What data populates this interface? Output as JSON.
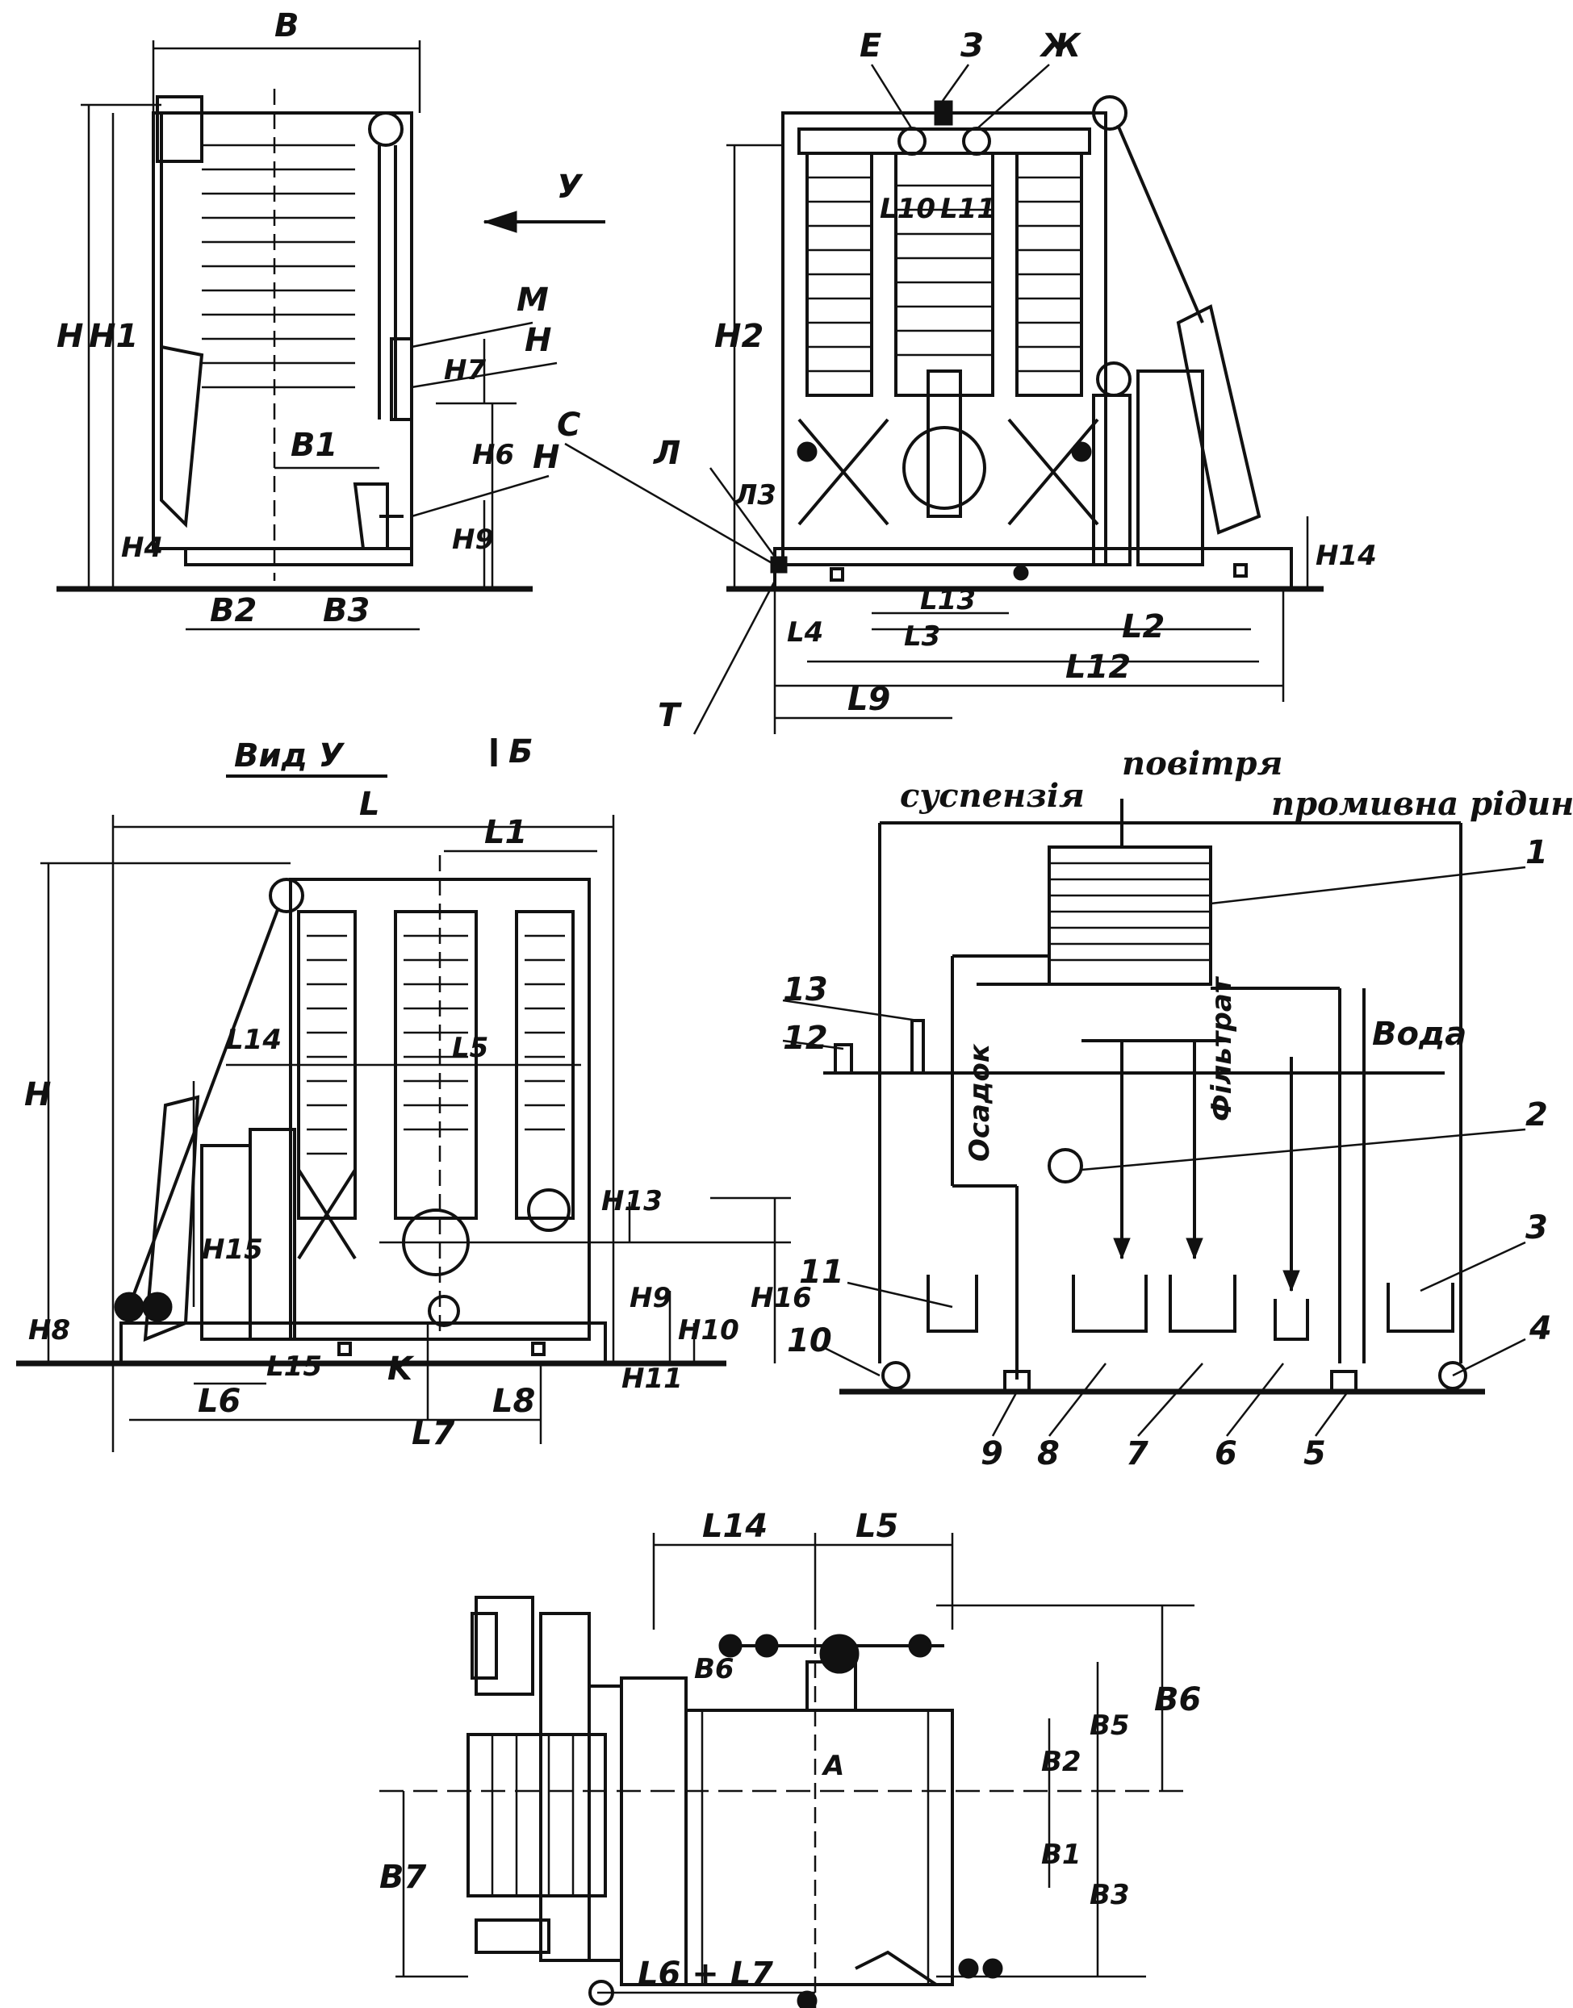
{
  "title": "",
  "top_left": {
    "labels": [
      "B",
      "H",
      "H1",
      "M",
      "H",
      "H7",
      "H6",
      "H",
      "H9",
      "H4",
      "B1",
      "B2",
      "B3"
    ],
    "arrow_label": "У"
  },
  "top_right": {
    "labels": [
      "E",
      "З",
      "Ж",
      "H2",
      "C",
      "Л",
      "Л3",
      "L10",
      "L11",
      "L13",
      "L3",
      "L4",
      "L2",
      "L12",
      "L9",
      "T",
      "H14"
    ]
  },
  "middle_left": {
    "view_title": "Вид У",
    "section_label": "Б",
    "labels": [
      "L",
      "L1",
      "H",
      "L14",
      "L5",
      "H13",
      "H16",
      "H15",
      "H8",
      "H9",
      "H10",
      "H11",
      "L15",
      "L6",
      "K",
      "L7",
      "L8"
    ]
  },
  "middle_right": {
    "stream_labels": {
      "suspension": "суспензія",
      "air": "повітря",
      "wash_liquid": "промивна рідина",
      "water": "Вода",
      "residue": "Осадок",
      "filtrate": "Фільтрат"
    },
    "callouts": [
      "1",
      "2",
      "3",
      "4",
      "5",
      "6",
      "7",
      "8",
      "9",
      "10",
      "11",
      "12",
      "13"
    ]
  },
  "bottom": {
    "labels": [
      "L14",
      "L5",
      "B6",
      "B5",
      "B2",
      "A",
      "B1",
      "B3",
      "B6",
      "B7",
      "L6 + L7"
    ]
  }
}
